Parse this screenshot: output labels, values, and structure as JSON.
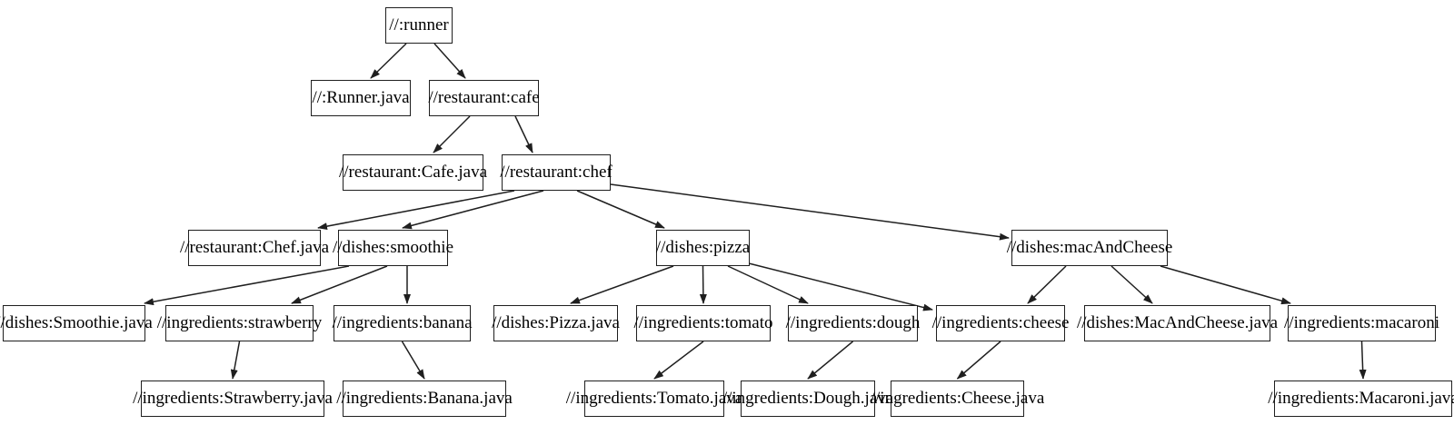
{
  "diagram": {
    "type": "dependency-graph",
    "colors": {
      "background": "#ffffff",
      "node_fill": "#ffffff",
      "node_border": "#1f1f1f",
      "text": "#000000",
      "edge": "#1f1f1f"
    },
    "nodes": [
      {
        "id": "runner",
        "label": "//:runner"
      },
      {
        "id": "runner_java",
        "label": "//:Runner.java"
      },
      {
        "id": "cafe",
        "label": "//restaurant:cafe"
      },
      {
        "id": "cafe_java",
        "label": "//restaurant:Cafe.java"
      },
      {
        "id": "chef",
        "label": "//restaurant:chef"
      },
      {
        "id": "chef_java",
        "label": "//restaurant:Chef.java"
      },
      {
        "id": "smoothie",
        "label": "//dishes:smoothie"
      },
      {
        "id": "smoothie_java",
        "label": "//dishes:Smoothie.java"
      },
      {
        "id": "strawberry",
        "label": "//ingredients:strawberry"
      },
      {
        "id": "strawberry_java",
        "label": "//ingredients:Strawberry.java"
      },
      {
        "id": "banana",
        "label": "//ingredients:banana"
      },
      {
        "id": "banana_java",
        "label": "//ingredients:Banana.java"
      },
      {
        "id": "pizza",
        "label": "//dishes:pizza"
      },
      {
        "id": "pizza_java",
        "label": "//dishes:Pizza.java"
      },
      {
        "id": "tomato",
        "label": "//ingredients:tomato"
      },
      {
        "id": "tomato_java",
        "label": "//ingredients:Tomato.java"
      },
      {
        "id": "dough",
        "label": "//ingredients:dough"
      },
      {
        "id": "dough_java",
        "label": "//ingredients:Dough.java"
      },
      {
        "id": "cheese",
        "label": "//ingredients:cheese"
      },
      {
        "id": "cheese_java",
        "label": "//ingredients:Cheese.java"
      },
      {
        "id": "mac_and_cheese",
        "label": "//dishes:macAndCheese"
      },
      {
        "id": "mac_and_cheese_java",
        "label": "//dishes:MacAndCheese.java"
      },
      {
        "id": "macaroni",
        "label": "//ingredients:macaroni"
      },
      {
        "id": "macaroni_java",
        "label": "//ingredients:Macaroni.java"
      }
    ],
    "edges": [
      {
        "from": "runner",
        "to": "runner_java"
      },
      {
        "from": "runner",
        "to": "cafe"
      },
      {
        "from": "cafe",
        "to": "cafe_java"
      },
      {
        "from": "cafe",
        "to": "chef"
      },
      {
        "from": "chef",
        "to": "chef_java"
      },
      {
        "from": "chef",
        "to": "smoothie"
      },
      {
        "from": "chef",
        "to": "pizza"
      },
      {
        "from": "chef",
        "to": "mac_and_cheese"
      },
      {
        "from": "smoothie",
        "to": "smoothie_java"
      },
      {
        "from": "smoothie",
        "to": "strawberry"
      },
      {
        "from": "smoothie",
        "to": "banana"
      },
      {
        "from": "strawberry",
        "to": "strawberry_java"
      },
      {
        "from": "banana",
        "to": "banana_java"
      },
      {
        "from": "pizza",
        "to": "pizza_java"
      },
      {
        "from": "pizza",
        "to": "tomato"
      },
      {
        "from": "pizza",
        "to": "dough"
      },
      {
        "from": "pizza",
        "to": "cheese"
      },
      {
        "from": "tomato",
        "to": "tomato_java"
      },
      {
        "from": "dough",
        "to": "dough_java"
      },
      {
        "from": "cheese",
        "to": "cheese_java"
      },
      {
        "from": "mac_and_cheese",
        "to": "cheese"
      },
      {
        "from": "mac_and_cheese",
        "to": "mac_and_cheese_java"
      },
      {
        "from": "mac_and_cheese",
        "to": "macaroni"
      },
      {
        "from": "macaroni",
        "to": "macaroni_java"
      }
    ]
  }
}
